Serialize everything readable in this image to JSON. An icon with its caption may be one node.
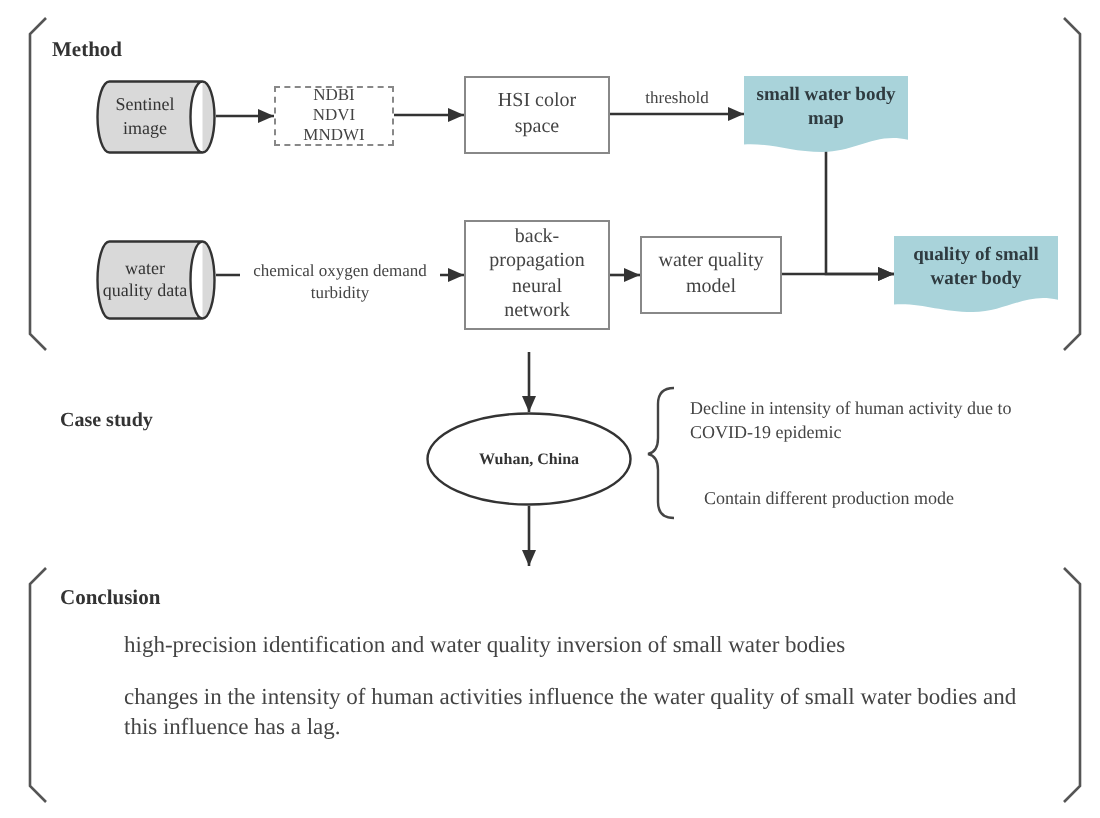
{
  "diagram": {
    "nodes": [
      {
        "text": [
          "Method"
        ]
      },
      {
        "text": [
          "Sentinel image"
        ],
        "in": 0
      },
      {
        "text": [
          "NDBI",
          "NDVI",
          "MNDWI"
        ],
        "in": 0
      },
      {
        "text": [
          "HSI color space"
        ],
        "in": 0
      },
      {
        "text": [
          "small water body map"
        ],
        "in": 0
      },
      {
        "text": [
          "water quality data"
        ],
        "in": 0
      },
      {
        "text": [
          "back-propagation neural network"
        ],
        "in": 0
      },
      {
        "text": [
          "water quality model"
        ],
        "in": 0
      },
      {
        "text": [
          "quality of small water body"
        ],
        "in": 0
      },
      {
        "text": [
          "Wuhan, China"
        ],
        "beside": [
          "Decline in intensity of human activity due to COVID-19 epidemic",
          "Contain different production mode"
        ]
      },
      {
        "text": [
          "Conclusion",
          "high-precision identification and water quality inversion of small water bodies",
          "changes in the intensity of human activities influence the water quality of small water bodies and this influence has a lag."
        ]
      }
    ],
    "edges": [
      {
        "from": 1,
        "to": 2,
        "arrow": "to"
      },
      {
        "from": 2,
        "to": 3,
        "arrow": "to"
      },
      {
        "from": 3,
        "to": 4,
        "arrow": "to",
        "label": "threshold"
      },
      {
        "from": 5,
        "to": 6,
        "arrow": "to",
        "label": "chemical oxygen demand turbidity"
      },
      {
        "from": 6,
        "to": 7,
        "arrow": "to"
      },
      {
        "from": 7,
        "to": 8,
        "arrow": "to"
      },
      {
        "from": 4,
        "to": 8,
        "arrow": "to"
      },
      {
        "from": 0,
        "to": 9,
        "arrow": "to"
      },
      {
        "from": 9,
        "to": 10,
        "arrow": "to"
      }
    ],
    "labels": [
      "Case study"
    ]
  }
}
